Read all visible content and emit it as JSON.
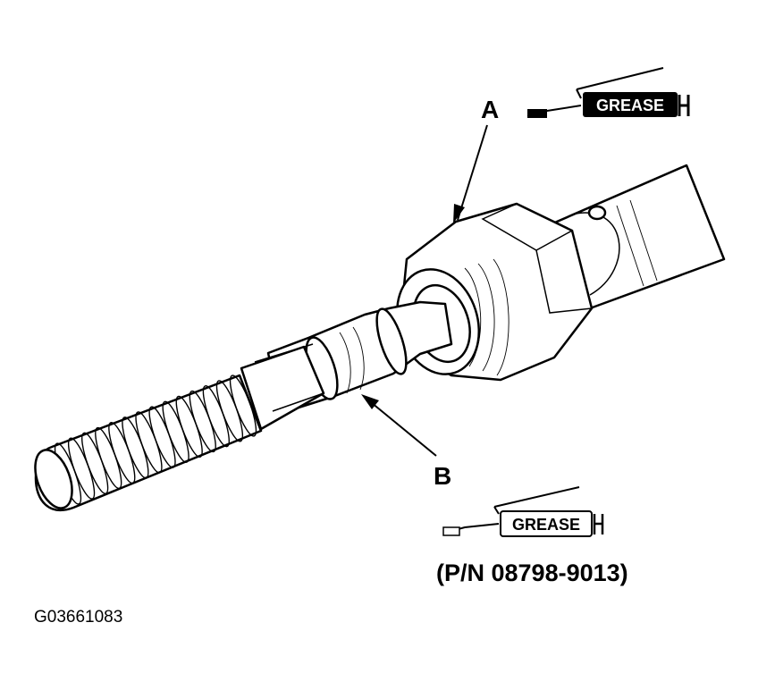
{
  "labels": {
    "a": "A",
    "b": "B"
  },
  "grease_tube_top": {
    "text": "GREASE"
  },
  "grease_tube_bottom": {
    "text": "GREASE"
  },
  "part_number": "(P/N 08798-9013)",
  "figure_id": "G03661083"
}
